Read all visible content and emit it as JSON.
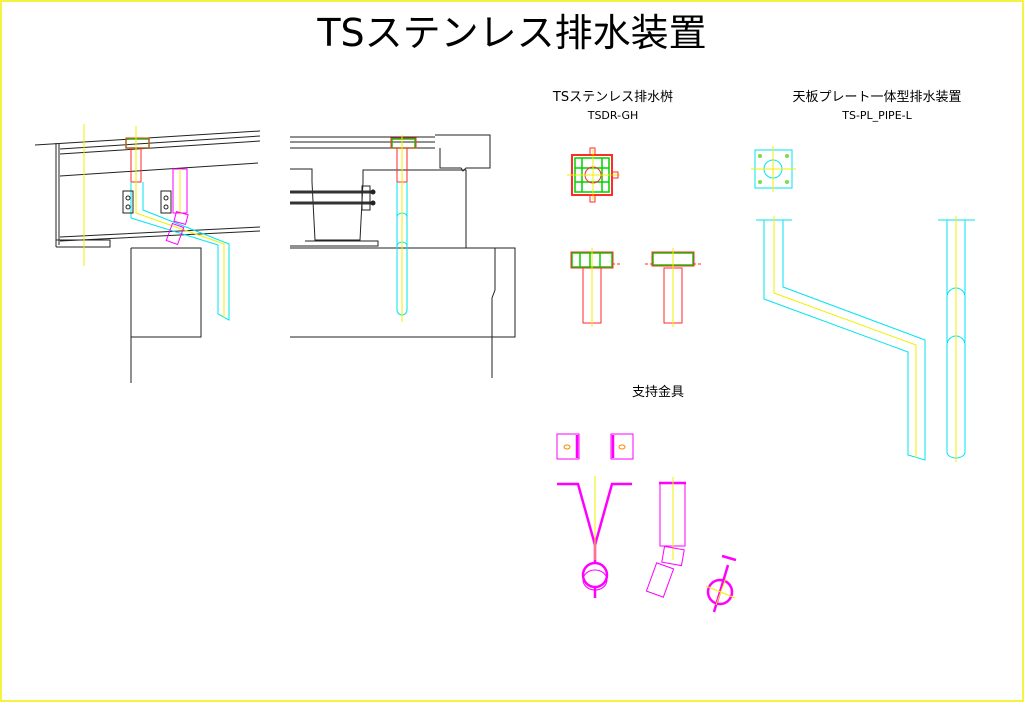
{
  "title": "TSステンレス排水装置",
  "sections": {
    "drain_basin": {
      "title": "TSステンレス排水桝",
      "model": "TSDR-GH"
    },
    "plate_drain": {
      "title": "天板プレート一体型排水装置",
      "model": "TS-PL_PIPE-L"
    },
    "support_fittings": {
      "title": "支持金具"
    }
  },
  "colors": {
    "border": "#f0f000",
    "pipe": "#00e5ee",
    "basin": "#00d000",
    "outline": "#ff2a2a",
    "bracket": "#ff00ff",
    "structure": "#222222"
  }
}
